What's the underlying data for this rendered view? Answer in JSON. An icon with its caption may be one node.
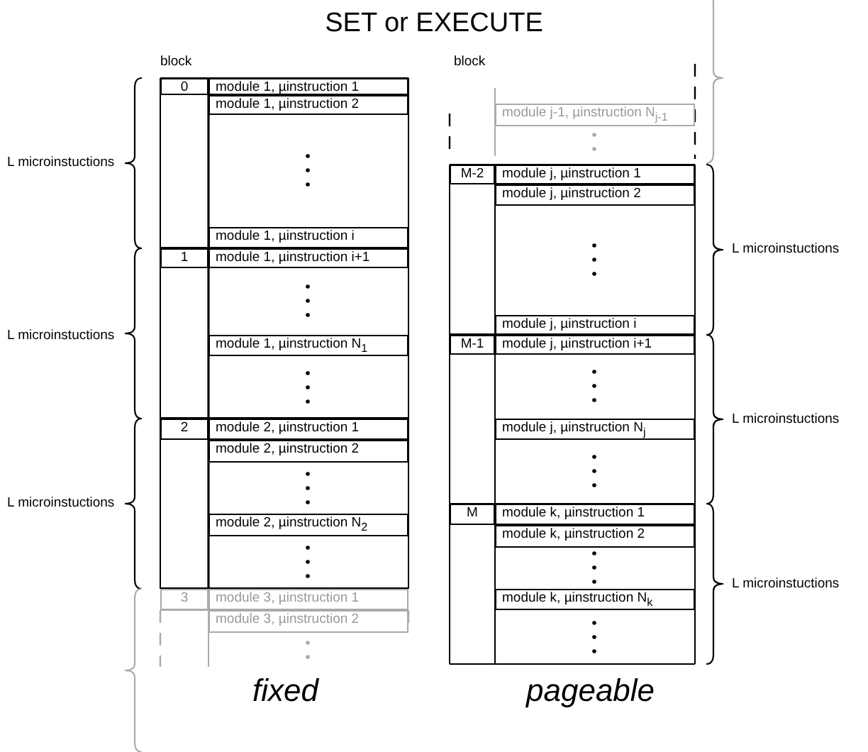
{
  "diagram": {
    "title": "SET or EXECUTE",
    "nodes": [
      {
        "text": [
          "0"
        ]
      },
      {
        "text": [
          "module 1, µinstruction 1"
        ]
      },
      {
        "text": [
          "module 1, µinstruction 2"
        ]
      },
      {
        "text": [
          "module 1, µinstruction i"
        ]
      },
      {
        "text": [
          "1"
        ]
      },
      {
        "text": [
          "module 1, µinstruction i+1"
        ]
      },
      {
        "text": [
          "module 1, µinstruction N$_{1}$"
        ]
      },
      {
        "text": [
          "2"
        ]
      },
      {
        "text": [
          "module 2, µinstruction 1"
        ]
      },
      {
        "text": [
          "module 2, µinstruction 2"
        ]
      },
      {
        "text": [
          "module 2, µinstruction N$_{2}$"
        ]
      },
      {
        "text": [
          "3"
        ]
      },
      {
        "text": [
          "module 3, µinstruction 1"
        ]
      },
      {
        "text": [
          "module 3, µinstruction 2"
        ]
      },
      {
        "text": [
          "module j-1, µinstruction N$_{j-1}$"
        ]
      },
      {
        "text": [
          "M-2"
        ]
      },
      {
        "text": [
          "module j, µinstruction 1"
        ]
      },
      {
        "text": [
          "module j, µinstruction 2"
        ]
      },
      {
        "text": [
          "module j, µinstruction i"
        ]
      },
      {
        "text": [
          "M-1"
        ]
      },
      {
        "text": [
          "module j, µinstruction i+1"
        ]
      },
      {
        "text": [
          "module j, µinstruction N$_{j}$"
        ]
      },
      {
        "text": [
          "M"
        ]
      },
      {
        "text": [
          "module k, µinstruction 1"
        ]
      },
      {
        "text": [
          "module k, µinstruction 2"
        ]
      },
      {
        "text": [
          "module k, µinstruction N$_{k}$"
        ]
      }
    ],
    "labels": [
      "block",
      "block",
      "L microinstuctions",
      "L microinstuctions",
      "L microinstuctions",
      "L microinstuctions",
      "L microinstuctions",
      "L microinstuctions",
      "fixed",
      "pageable"
    ]
  }
}
